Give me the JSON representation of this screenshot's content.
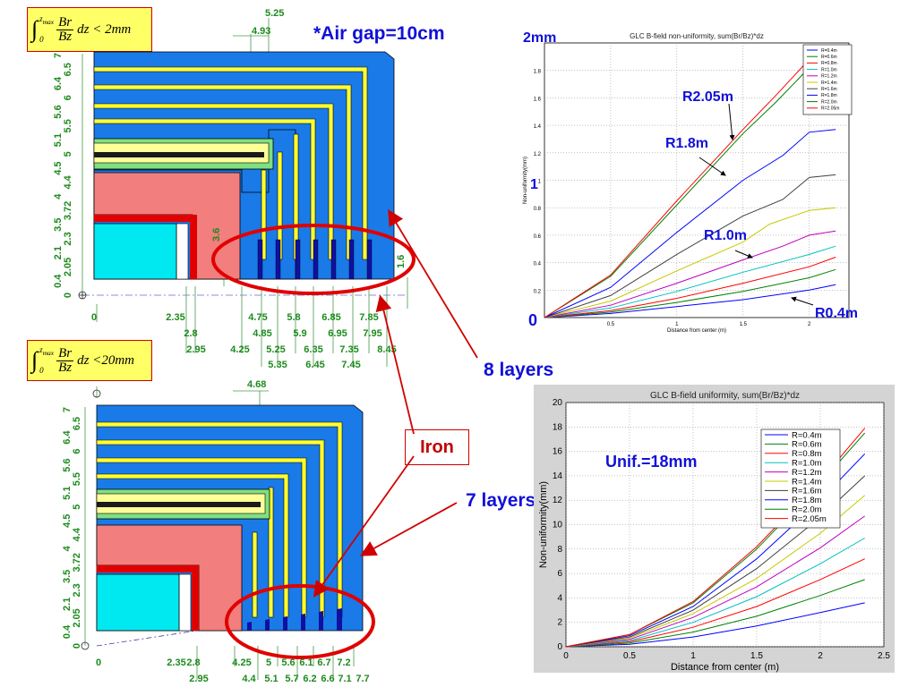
{
  "formula_top": {
    "upper_limit": "z",
    "upper_limit_sub": "max",
    "lower_limit": "0",
    "numerator": "Br",
    "denominator": "Bz",
    "tail": "dz < 2mm"
  },
  "formula_bottom": {
    "upper_limit": "z",
    "upper_limit_sub": "max",
    "lower_limit": "0",
    "numerator": "Br",
    "denominator": "Bz",
    "tail": "dz <20mm"
  },
  "annotations": {
    "air_gap": "*Air gap=10cm",
    "eight_layers": "8 layers",
    "seven_layers": "7 layers",
    "iron": "Iron",
    "unif": "Unif.=18mm",
    "top_axis_max": "2mm",
    "top_axis_mid": "1",
    "top_axis_zero": "0",
    "r205": "R2.05m",
    "r18": "R1.8m",
    "r10": "R1.0m",
    "r04": "R0.4m"
  },
  "top_dims": {
    "top": [
      "5.25",
      "4.93"
    ],
    "left": [
      "7",
      "6.5",
      "6.4",
      "6",
      "5.6",
      "5.5",
      "5.1",
      "5",
      "4.5",
      "4.4",
      "4",
      "3.72",
      "3.5",
      "2.3",
      "2.1",
      "2.05",
      "0.4",
      "0"
    ],
    "inner": [
      "3.6",
      "1.6"
    ],
    "bottom1": [
      "0",
      "2.35",
      "4.75",
      "5.8",
      "6.85",
      "7.85"
    ],
    "bottom2": [
      "2.8",
      "4.85",
      "5.9",
      "6.95",
      "7.95"
    ],
    "bottom3": [
      "2.95",
      "4.25",
      "5.25",
      "6.35",
      "7.35",
      "8.45"
    ],
    "bottom4": [
      "5.35",
      "6.45",
      "7.45"
    ]
  },
  "bottom_dims": {
    "top": [
      "4.68"
    ],
    "left": [
      "7",
      "6.5",
      "6.4",
      "6",
      "5.6",
      "5.5",
      "5.1",
      "5",
      "4.5",
      "4.4",
      "4",
      "3.72",
      "3.5",
      "2.3",
      "2.1",
      "2.05",
      "0.4",
      "0"
    ],
    "bottom1": [
      "0",
      "2.35",
      "2.8",
      "4.25",
      "5",
      "5.6",
      "6.1",
      "6.7",
      "7.2"
    ],
    "bottom2": [
      "2.95",
      "4.4",
      "5.1",
      "5.7",
      "6.2",
      "6.6",
      "7.1",
      "7.7"
    ]
  },
  "chart_data": [
    {
      "type": "line",
      "title": "GLC B-field non-uniformity, sum(Br/Bz)*dz",
      "xlabel": "Distance from center (m)",
      "ylabel": "Non-uniformity(mm)",
      "xlim": [
        0,
        2.3
      ],
      "ylim": [
        0,
        2
      ],
      "xticks": [
        "0.5",
        "1",
        "1.5",
        "2"
      ],
      "yticks": [
        "0.2",
        "0.4",
        "0.6",
        "0.8",
        "1",
        "1.2",
        "1.4",
        "1.6",
        "1.8"
      ],
      "grid": true,
      "legend_position": "top-right",
      "series": [
        {
          "name": "R=0.4m",
          "color": "#0000ff",
          "x": [
            0,
            0.5,
            1,
            1.5,
            2,
            2.2
          ],
          "y": [
            0,
            0.03,
            0.08,
            0.13,
            0.2,
            0.24
          ]
        },
        {
          "name": "R=0.6m",
          "color": "#008000",
          "x": [
            0,
            0.5,
            1,
            1.5,
            2,
            2.2
          ],
          "y": [
            0,
            0.04,
            0.11,
            0.19,
            0.29,
            0.35
          ]
        },
        {
          "name": "R=0.8m",
          "color": "#ff0000",
          "x": [
            0,
            0.5,
            1,
            1.5,
            2,
            2.2
          ],
          "y": [
            0,
            0.05,
            0.14,
            0.25,
            0.37,
            0.44
          ]
        },
        {
          "name": "R=1.0m",
          "color": "#00bfbf",
          "x": [
            0,
            0.5,
            1,
            1.5,
            2,
            2.2
          ],
          "y": [
            0,
            0.07,
            0.19,
            0.33,
            0.46,
            0.52
          ]
        },
        {
          "name": "R=1.2m",
          "color": "#bf00bf",
          "x": [
            0,
            0.5,
            1,
            1.5,
            1.8,
            2,
            2.2
          ],
          "y": [
            0,
            0.09,
            0.25,
            0.42,
            0.52,
            0.6,
            0.63
          ]
        },
        {
          "name": "R=1.4m",
          "color": "#c8c800",
          "x": [
            0,
            0.5,
            1,
            1.5,
            1.7,
            2,
            2.2
          ],
          "y": [
            0,
            0.12,
            0.34,
            0.55,
            0.68,
            0.78,
            0.8
          ]
        },
        {
          "name": "R=1.6m",
          "color": "#404040",
          "x": [
            0,
            0.5,
            1,
            1.5,
            1.8,
            2,
            2.2
          ],
          "y": [
            0,
            0.16,
            0.46,
            0.74,
            0.86,
            1.02,
            1.04
          ]
        },
        {
          "name": "R=1.8m",
          "color": "#0000ff",
          "x": [
            0,
            0.5,
            1,
            1.5,
            1.8,
            2,
            2.2
          ],
          "y": [
            0,
            0.22,
            0.62,
            1.0,
            1.18,
            1.35,
            1.37
          ]
        },
        {
          "name": "R=2.0m",
          "color": "#008000",
          "x": [
            0,
            0.5,
            1,
            1.5,
            1.75,
            2,
            2.1
          ],
          "y": [
            0,
            0.3,
            0.82,
            1.34,
            1.57,
            1.82,
            1.88
          ]
        },
        {
          "name": "R=2.05m",
          "color": "#ff0000",
          "x": [
            0,
            0.5,
            1,
            1.5,
            1.75,
            2,
            2.1
          ],
          "y": [
            0,
            0.31,
            0.85,
            1.37,
            1.62,
            1.88,
            1.94
          ]
        }
      ]
    },
    {
      "type": "line",
      "title": "GLC B-field uniformity, sum(Br/Bz)*dz",
      "xlabel": "Distance from center (m)",
      "ylabel": "Non-uniformity(mm)",
      "xlim": [
        0,
        2.5
      ],
      "ylim": [
        0,
        20
      ],
      "xticks": [
        "0",
        "0.5",
        "1",
        "1.5",
        "2",
        "2.5"
      ],
      "yticks": [
        "0",
        "2",
        "4",
        "6",
        "8",
        "10",
        "12",
        "14",
        "16",
        "18",
        "20"
      ],
      "grid": true,
      "legend_position": "top-right",
      "series": [
        {
          "name": "R=0.4m",
          "color": "#0000ff",
          "x": [
            0,
            0.5,
            1,
            1.5,
            2,
            2.35
          ],
          "y": [
            0,
            0.2,
            0.8,
            1.7,
            2.8,
            3.6
          ]
        },
        {
          "name": "R=0.6m",
          "color": "#008000",
          "x": [
            0,
            0.5,
            1,
            1.5,
            2,
            2.35
          ],
          "y": [
            0,
            0.3,
            1.2,
            2.5,
            4.2,
            5.5
          ]
        },
        {
          "name": "R=0.8m",
          "color": "#ff0000",
          "x": [
            0,
            0.5,
            1,
            1.5,
            2,
            2.35
          ],
          "y": [
            0,
            0.4,
            1.6,
            3.3,
            5.5,
            7.2
          ]
        },
        {
          "name": "R=1.0m",
          "color": "#00bfbf",
          "x": [
            0,
            0.5,
            1,
            1.5,
            2,
            2.35
          ],
          "y": [
            0,
            0.5,
            2.0,
            4.1,
            6.8,
            8.9
          ]
        },
        {
          "name": "R=1.2m",
          "color": "#bf00bf",
          "x": [
            0,
            0.5,
            1,
            1.5,
            2,
            2.35
          ],
          "y": [
            0,
            0.6,
            2.4,
            4.9,
            8.1,
            10.7
          ]
        },
        {
          "name": "R=1.4m",
          "color": "#c8c800",
          "x": [
            0,
            0.5,
            1,
            1.5,
            2,
            2.35
          ],
          "y": [
            0,
            0.7,
            2.7,
            5.6,
            9.3,
            12.4
          ]
        },
        {
          "name": "R=1.6m",
          "color": "#404040",
          "x": [
            0,
            0.5,
            1,
            1.5,
            2,
            2.35
          ],
          "y": [
            0,
            0.8,
            3.0,
            6.4,
            10.6,
            14.0
          ]
        },
        {
          "name": "R=1.8m",
          "color": "#0000ff",
          "x": [
            0,
            0.5,
            1,
            1.5,
            2,
            2.35
          ],
          "y": [
            0,
            0.9,
            3.3,
            7.2,
            12.0,
            15.8
          ]
        },
        {
          "name": "R=2.0m",
          "color": "#008000",
          "x": [
            0,
            0.5,
            1,
            1.5,
            2,
            2.35
          ],
          "y": [
            0,
            1.0,
            3.6,
            8.0,
            13.4,
            17.5
          ]
        },
        {
          "name": "R=2.05m",
          "color": "#ff0000",
          "x": [
            0,
            0.5,
            1,
            1.5,
            2,
            2.35
          ],
          "y": [
            0,
            1.0,
            3.7,
            8.2,
            13.6,
            17.9
          ]
        }
      ]
    }
  ]
}
